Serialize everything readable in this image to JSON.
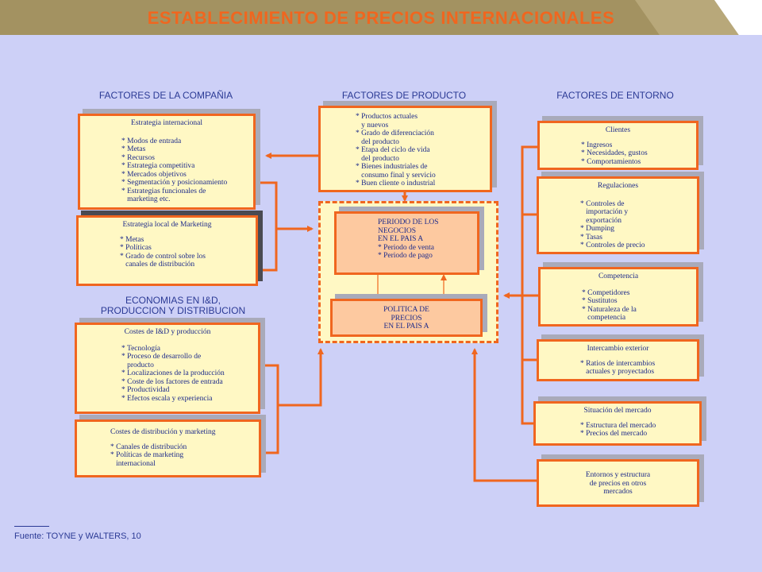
{
  "title": "ESTABLECIMIENTO  DE PRECIOS INTERNACIONALES",
  "columns": {
    "company": "FACTORES DE LA COMPAÑIA",
    "product": "FACTORES DE PRODUCTO",
    "environment": "FACTORES DE ENTORNO",
    "economies_line1": "ECONOMIAS EN I&D,",
    "economies_line2": "PRODUCCION Y DISTRIBUCION"
  },
  "boxes": {
    "estrategia_int": {
      "title": "Estrategia internacional",
      "lines": [
        "* Modos de entrada",
        "* Metas",
        "* Recursos",
        "* Estrategia competitiva",
        "* Mercados objetivos",
        "* Segmentación y posicionamiento",
        "* Estrategias funcionales de",
        "   marketing etc."
      ]
    },
    "estrategia_local": {
      "title": "Estrategia local de Marketing",
      "lines": [
        "* Metas",
        "* Políticas",
        "* Grado de control sobre los",
        "   canales de distribución"
      ]
    },
    "producto": {
      "lines": [
        "* Productos actuales",
        "   y nuevos",
        "* Grado de diferenciación",
        "   del producto",
        "* Etapa del ciclo de vida",
        "   del producto",
        "* Bienes industriales de",
        "   consumo final y servicio",
        "* Buen cliente o industrial"
      ]
    },
    "periodo": {
      "lines": [
        "PERIODO DE LOS",
        "NEGOCIOS",
        "EN EL PAIS A",
        "",
        "* Periodo de venta",
        "* Periodo de pago"
      ]
    },
    "politica": {
      "lines": [
        "POLITICA DE",
        "PRECIOS",
        "EN EL PAIS A"
      ]
    },
    "costes_id": {
      "title": "Costes de  I&D y producción",
      "lines": [
        "* Tecnología",
        "* Proceso de desarrollo de",
        "   producto",
        "* Localizaciones de la producción",
        "* Coste de los factores de entrada",
        "* Productividad",
        "* Efectos escala y experiencia"
      ]
    },
    "costes_dist": {
      "title": "Costes de distribución y marketing",
      "lines": [
        "* Canales de distribución",
        "* Políticas de marketing",
        "   internacional"
      ]
    },
    "clientes": {
      "title": "Clientes",
      "lines": [
        "* Ingresos",
        "* Necesidades, gustos",
        "* Comportamientos"
      ]
    },
    "regulaciones": {
      "title": "Regulaciones",
      "lines": [
        "* Controles de",
        "   importación y",
        "   exportación",
        "* Dumping",
        "* Tasas",
        "* Controles de precio"
      ]
    },
    "competencia": {
      "title": "Competencia",
      "lines": [
        "* Competidores",
        "* Sustitutos",
        "* Naturaleza de la",
        "   competencia"
      ]
    },
    "intercambio": {
      "title": "Intercambio exterior",
      "lines": [
        "* Ratios de intercambios",
        "   actuales y proyectados"
      ]
    },
    "situacion": {
      "title": "Situación del mercado",
      "lines": [
        "* Estructura del mercado",
        "* Precios del mercado"
      ]
    },
    "entornos": {
      "lines": [
        "Entornos y estructura",
        "de precios en otros",
        "mercados"
      ]
    }
  },
  "source": "Fuente: TOYNE y WALTERS, 10",
  "colors": {
    "background": "#cdd0f7",
    "accent": "#f0661f",
    "box_fill": "#fff8c4",
    "peach": "#fdc9a0",
    "text": "#1c2a8a",
    "title_bar": "#a39261"
  }
}
